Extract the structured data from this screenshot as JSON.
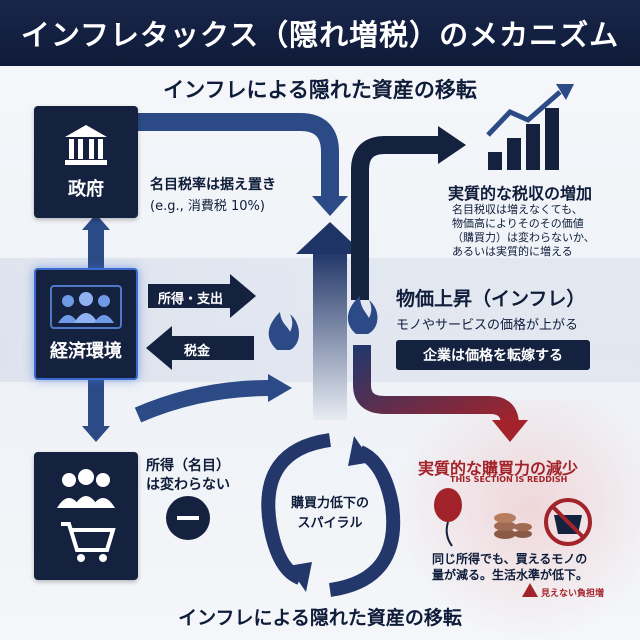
{
  "title": "インフレタックス（隠れ増税）のメカニズム",
  "subtitle_top": "インフレによる隠れた資産の移転",
  "subtitle_bottom": "インフレによる隠れた資産の移転",
  "nodes": {
    "government": {
      "label": "政府",
      "icon": "government-building-icon"
    },
    "economy": {
      "label": "経済環境",
      "icon": "people-group-icon"
    },
    "consumer": {
      "icon": "people-cart-icon"
    }
  },
  "labels": {
    "tax_rate": "名目税率は据え置き",
    "tax_rate_example": "(e.g., 消費税 10%)",
    "income_expense": "所得・支出",
    "tax": "税金",
    "nominal_income_line1": "所得（名目）",
    "nominal_income_line2": "は変わらない",
    "spiral_line1": "購買力低下の",
    "spiral_line2": "スパイラル"
  },
  "tax_revenue": {
    "heading": "実質的な税収の増加",
    "lines": [
      "名目税収は増えなくても、",
      "物価高によりそのその価値",
      "（購買力）は変わらないか、",
      "あるいは実質的に増える"
    ],
    "icon": "bar-chart-rising-icon"
  },
  "inflation": {
    "heading": "物価上昇（インフレ）",
    "sub": "モノやサービスの価格が上がる",
    "banner": "企業は価格を転嫁する",
    "icon": "flame-icon"
  },
  "purchasing_power": {
    "heading": "実質的な購買力の減少",
    "note": "THIS SECTION IS REDDISH",
    "lines": [
      "同じ所得でも、買えるモノの",
      "量が減る。生活水準が低下。"
    ],
    "warning": "見えない負担増",
    "icons": [
      "deflating-balloon-icon",
      "coin-stack-icon",
      "no-basket-icon"
    ]
  },
  "colors": {
    "navy": "#14213f",
    "arrow_blue": "#2b4a86",
    "accent_red": "#a3232a",
    "light_blue": "#4f79c7"
  }
}
